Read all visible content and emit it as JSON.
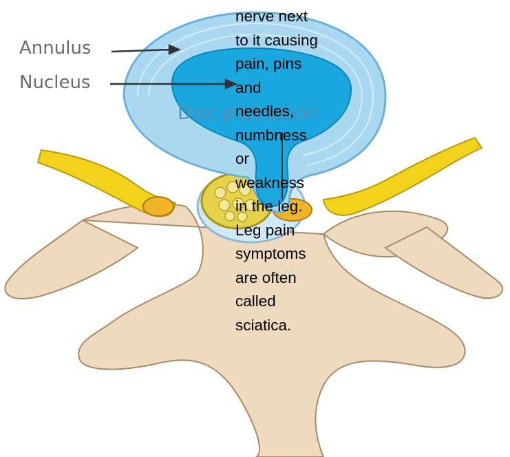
{
  "labels": {
    "annulus": "Annulus",
    "nucleus": "Nucleus",
    "disc_protrusion": "Disc protrusion"
  },
  "overlay_lines": [
    "nerve next",
    "to it causing",
    "pain, pins",
    "and",
    "needles,",
    "numbness",
    "or",
    "weakness",
    "in the leg.",
    "Leg pain",
    "symptoms",
    "are often",
    "called",
    "sciatica."
  ],
  "colors": {
    "annulus": "#aad8f0",
    "nucleus": "#1aa7e0",
    "bone": "#efd9bf",
    "nerve": "#f2d21a",
    "label_text": "#6b6b6b"
  }
}
